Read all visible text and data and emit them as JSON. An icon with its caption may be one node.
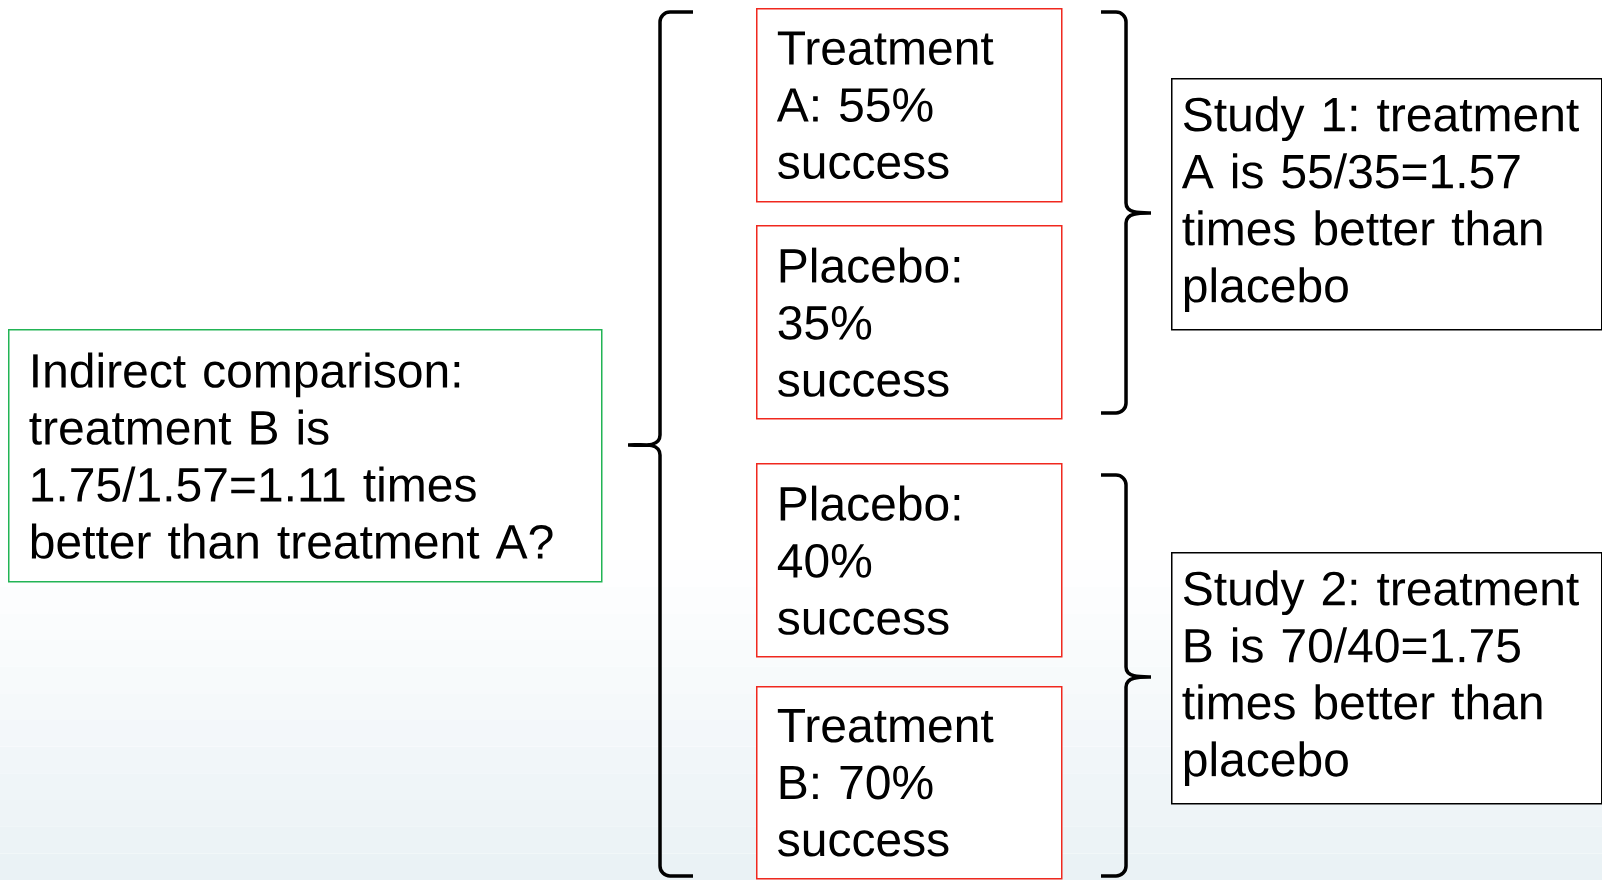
{
  "diagram": {
    "nodes": [
      {
        "text": [
          "Indirect comparison: treatment B is 1.75/1.57=1.11 times better than treatment A?"
        ]
      },
      {
        "text": [
          "Treatment A: 55% success"
        ]
      },
      {
        "text": [
          "Placebo: 35% success"
        ]
      },
      {
        "text": [
          "Placebo: 40% success"
        ]
      },
      {
        "text": [
          "Treatment B: 70% success"
        ]
      },
      {
        "text": [
          "Study 1: treatment A is 55/35=1.57 times better than placebo"
        ]
      },
      {
        "text": [
          "Study 2: treatment B is 70/40=1.75 times better than placebo"
        ]
      }
    ]
  }
}
